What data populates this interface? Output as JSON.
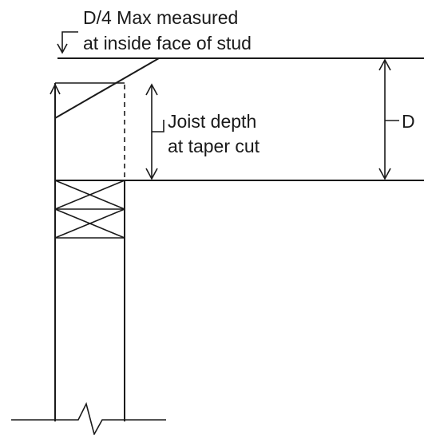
{
  "labels": {
    "top_line1": "D/4 Max measured",
    "top_line2": "at inside face of stud",
    "mid_line1": "Joist depth",
    "mid_line2": "at taper cut",
    "depth": "D"
  },
  "colors": {
    "line": "#1a1a1a",
    "background": "#ffffff"
  }
}
